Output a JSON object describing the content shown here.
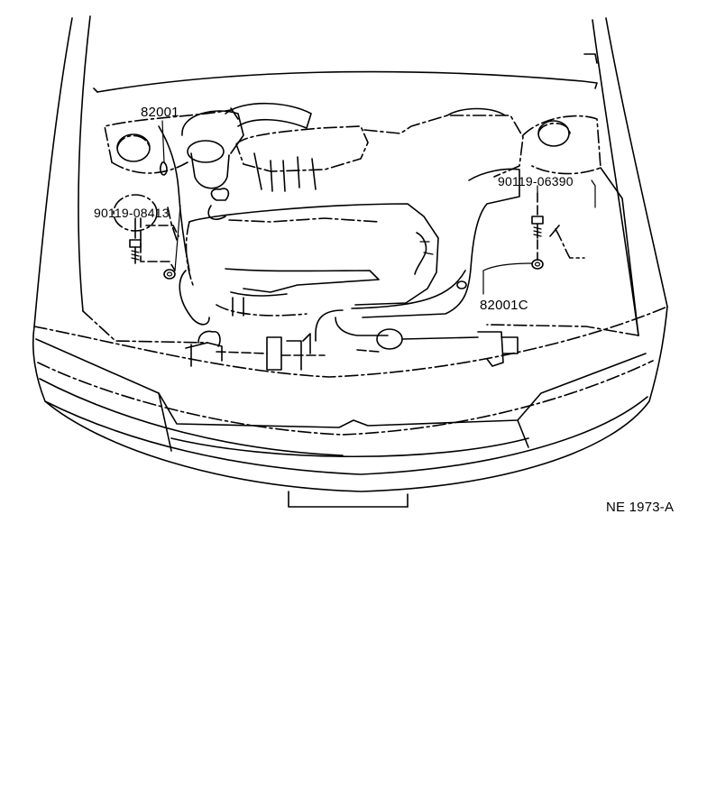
{
  "diagram": {
    "part_labels": {
      "harness_left": "82001",
      "bolt_left": "90119-08413",
      "bolt_right": "90119-06390",
      "harness_right": "82001C"
    },
    "figure_code": "NE 1973-A"
  }
}
